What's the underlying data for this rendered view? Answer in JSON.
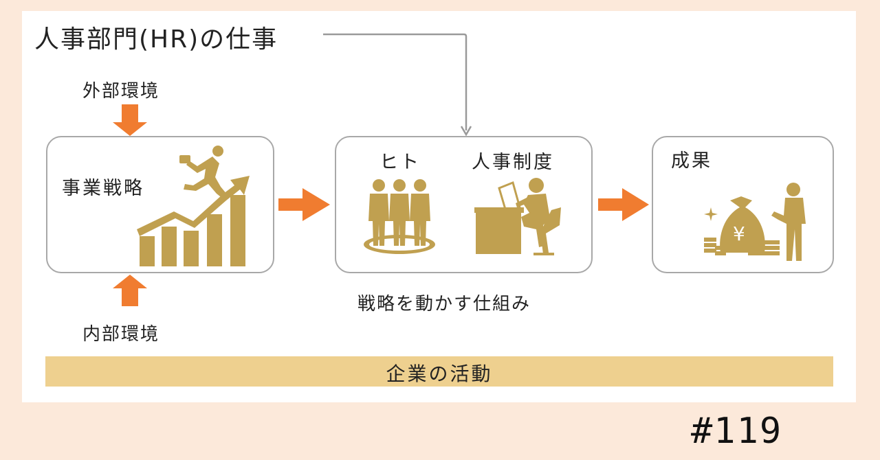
{
  "title": "人事部門(HR)の仕事",
  "external_env": "外部環境",
  "internal_env": "内部環境",
  "boxes": {
    "strategy": "事業戦略",
    "people": "ヒト",
    "hr_system": "人事制度",
    "results": "成果"
  },
  "mechanism_caption": "戦略を動かす仕組み",
  "bottom_bar": "企業の活動",
  "tag": "#119",
  "colors": {
    "arrow": "#f07c30",
    "gold": "#c0a050",
    "bar": "#eed08f",
    "background": "#fce9da"
  },
  "icons": [
    "growth-chart-icon",
    "three-people-icon",
    "desk-worker-icon",
    "money-bag-businessman-icon"
  ]
}
